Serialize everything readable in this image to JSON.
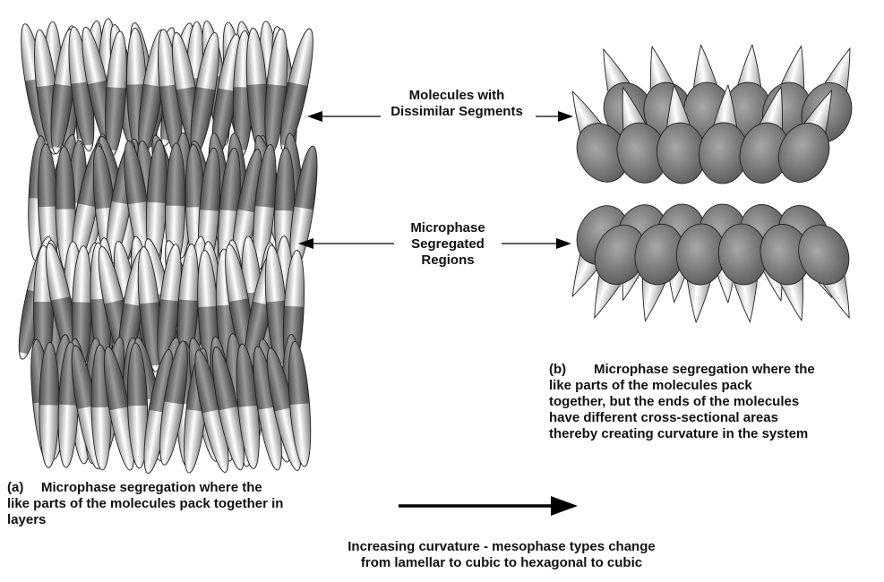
{
  "labels": {
    "dissimilar_line1": "Molecules with",
    "dissimilar_line2": "Dissimilar Segments",
    "segregated_line1": "Microphase",
    "segregated_line2": "Segregated",
    "segregated_line3": "Regions"
  },
  "captions": {
    "a": {
      "tag": "(a)",
      "line1": "Microphase segregation where the",
      "line2": "like parts of the molecules pack together in",
      "line3": "layers"
    },
    "b": {
      "tag": "(b)",
      "line1": "Microphase segregation where the",
      "line2": "like parts of the molecules pack",
      "line3": "together, but the ends of the molecules",
      "line4": "have different cross-sectional areas",
      "line5": "thereby creating curvature in the system"
    }
  },
  "bottom_note": {
    "line1": "Increasing curvature - mesophase types change",
    "line2": "from lamellar to cubic to hexagonal to cubic"
  },
  "colors": {
    "segment_dark": "#777777",
    "segment_light": "#f2f2f2",
    "outline": "#222222",
    "arrow": "#000000"
  }
}
